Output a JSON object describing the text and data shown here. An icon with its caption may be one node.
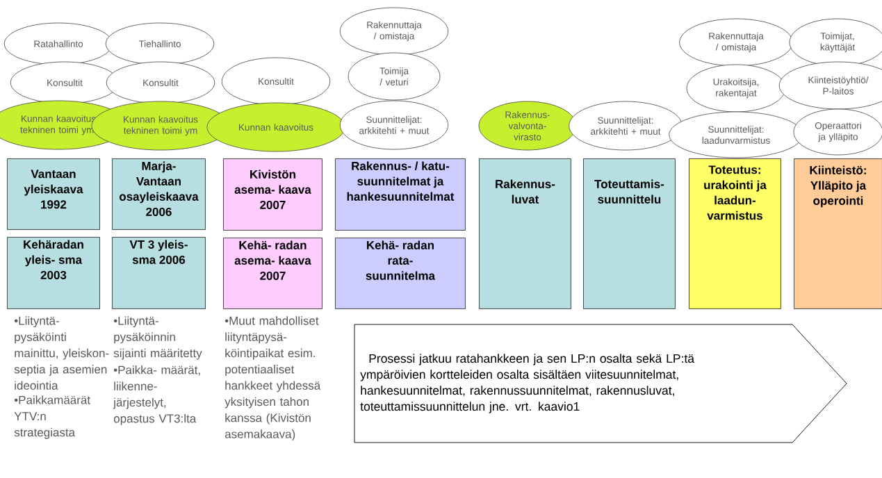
{
  "diagram": {
    "nodes": [
      {
        "text": [
          "Ratahallinto"
        ]
      },
      {
        "text": [
          "Konsultit"
        ]
      },
      {
        "text": [
          "Kunnan kaavoitus tekninen toimi ym."
        ]
      },
      {
        "text": [
          "Tiehallinto"
        ]
      },
      {
        "text": [
          "Konsultit"
        ]
      },
      {
        "text": [
          "Kunnan kaavoitus tekninen toimi ym"
        ]
      },
      {
        "text": [
          "Konsultit"
        ]
      },
      {
        "text": [
          "Kunnan kaavoitus"
        ]
      },
      {
        "text": [
          "Rakennuttaja / omistaja"
        ]
      },
      {
        "text": [
          "Toimija / veturi"
        ]
      },
      {
        "text": [
          "Suunnittelijat: arkkitehti + muut"
        ]
      },
      {
        "text": [
          "Rakennus- valvonta- virasto"
        ]
      },
      {
        "text": [
          "Suunnittelijat: arkkitehti + muut"
        ]
      },
      {
        "text": [
          "Rakennuttaja / omistaja"
        ]
      },
      {
        "text": [
          "Urakoitsija, rakentajat"
        ]
      },
      {
        "text": [
          "Suunnittelijat: laadunvarmistus"
        ]
      },
      {
        "text": [
          "Toimijat, käyttäjät"
        ]
      },
      {
        "text": [
          "Kiinteistöyhtiö/ P-laitos"
        ]
      },
      {
        "text": [
          "Operaattori ja ylläpito"
        ]
      },
      {
        "text": [
          "Vantaan yleiskaava 1992"
        ]
      },
      {
        "text": [
          "Kehäradan yleis- sma 2003"
        ]
      },
      {
        "text": [
          "Marja- Vantaan osayleiskaava 2006"
        ]
      },
      {
        "text": [
          "VT 3 yleis- sma 2006"
        ]
      },
      {
        "text": [
          "Kivistön asema- kaava 2007"
        ]
      },
      {
        "text": [
          "Kehä- radan asema- kaava 2007"
        ]
      },
      {
        "text": [
          "Rakennus- / katu- suunnitelmat ja hankesuunnitelmat"
        ]
      },
      {
        "text": [
          "Kehä- radan rata- suunnitelma"
        ]
      },
      {
        "text": [
          "Rakennus- luvat"
        ]
      },
      {
        "text": [
          "Toteuttamis- suunnittelu"
        ]
      },
      {
        "text": [
          "Toteutus: urakointi ja laadun- varmistus"
        ]
      },
      {
        "text": [
          "Kiinteistö: Ylläpito ja operointi"
        ]
      },
      {
        "text": [
          "Prosessi jatkuu ratahankkeen ja sen LP:n osalta sekä LP:tä ympäröivien kortteleiden osalta sisältäen viitesuunnitelmat, hankesuunnitelmat, rakennussuunnitelmat, rakennusluvat, toteuttamissuunnittelun jne. vrt. kaavio1"
        ]
      }
    ],
    "labels": [
      "•Liityntä- pysäköinti mainittu, yleiskon- septia ja asemien ideointia",
      "•Paikkamäärät YTV:n strategiasta",
      "•Liityntä- pysäköinnin sijainti määritetty",
      "•Paikka- määrät, liikenne- järjestelyt, opastus VT3:lta",
      "•Muut mahdolliset liityntäpysä- köintipaikat esim. potentiaaliset hankkeet yhdessä yksityisen tahon kanssa (Kivistön asemakaava)"
    ]
  }
}
